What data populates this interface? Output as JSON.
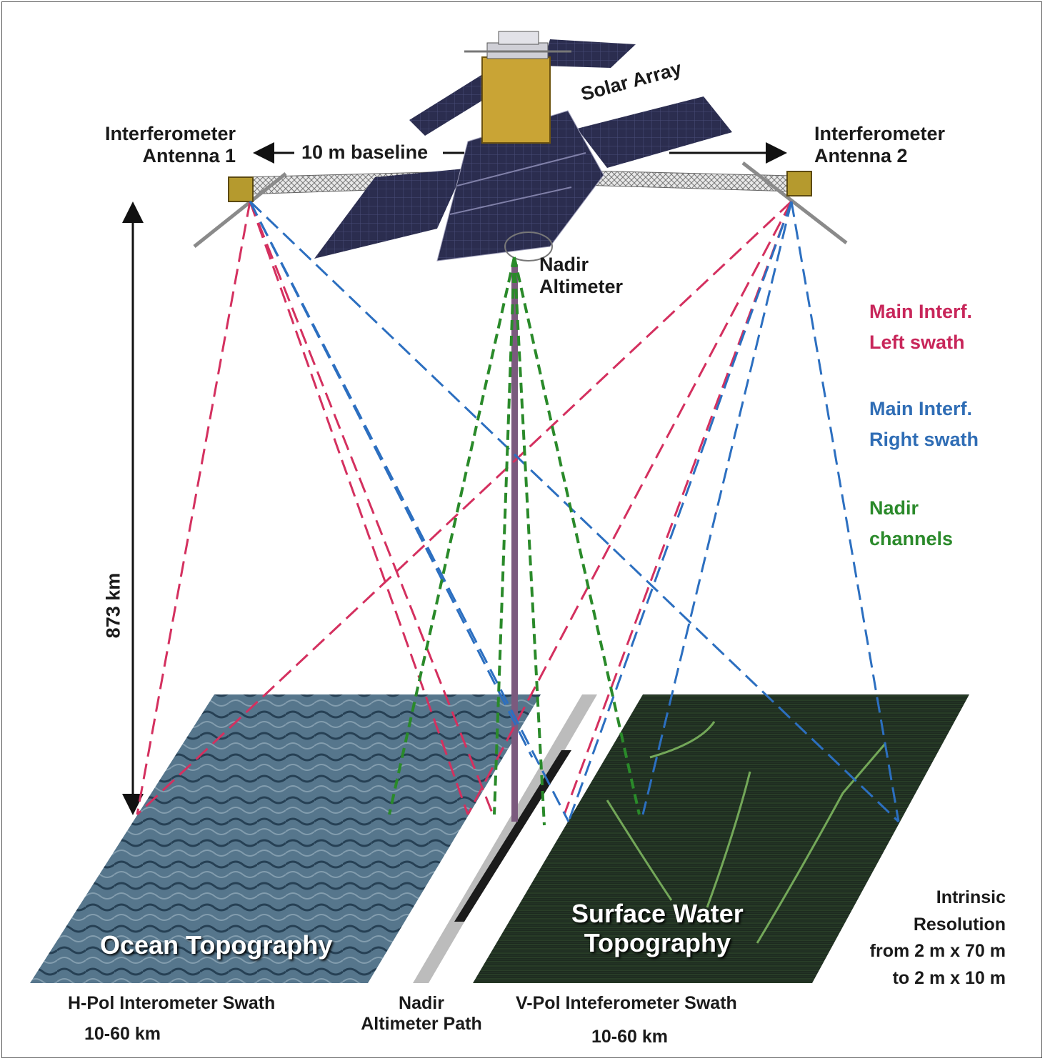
{
  "labels": {
    "interferometer_antenna_1": [
      "Interferometer",
      "Antenna 1"
    ],
    "interferometer_antenna_2": [
      "Interferometer",
      "Antenna 2"
    ],
    "baseline": "10 m baseline",
    "solar_array": "Solar Array",
    "nadir_altimeter": [
      "Nadir",
      "Altimeter"
    ],
    "altitude": "873 km",
    "ocean_topography": "Ocean Topography",
    "surface_water_topography": [
      "Surface Water",
      "Topography"
    ],
    "intrinsic_resolution": [
      "Intrinsic",
      "Resolution",
      "from 2 m x 70 m",
      "to 2 m x 10 m"
    ],
    "hpol_swath": "H-Pol Interometer Swath",
    "hpol_width": "10-60 km",
    "nadir_path": [
      "Nadir",
      "Altimeter Path"
    ],
    "vpol_swath": "V-Pol Inteferometer Swath",
    "vpol_width": "10-60 km"
  },
  "legend": [
    {
      "lines": [
        "Main Interf.",
        "Left swath"
      ],
      "color": "#c8265a"
    },
    {
      "lines": [
        "Main Interf.",
        "Right swath"
      ],
      "color": "#2f6db5"
    },
    {
      "lines": [
        "Nadir",
        "channels"
      ],
      "color": "#2b8a2b"
    }
  ],
  "colors": {
    "left_swath": "#d4305f",
    "right_swath": "#2c6fc0",
    "nadir_channels": "#2a8a2a",
    "nadir_beam": "#7b5a7e",
    "ocean_image": "#5f8195",
    "water_image": "#1c2a1c"
  }
}
